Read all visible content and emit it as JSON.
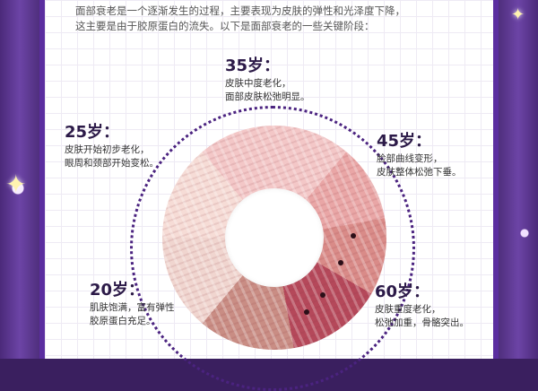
{
  "intro": {
    "line1": "面部衰老是一个逐渐发生的过程，主要表现为皮肤的弹性和光泽度下降，",
    "line2": "这主要是由于胶原蛋白的流失。以下是面部衰老的一些关键阶段："
  },
  "stages": [
    {
      "age": "35岁：",
      "line1": "皮肤中度老化，",
      "line2": "面部皮肤松弛明显。"
    },
    {
      "age": "25岁：",
      "line1": "皮肤开始初步老化，",
      "line2": "眼周和颈部开始变松。"
    },
    {
      "age": "45岁：",
      "line1": "脸部曲线变形，",
      "line2": "皮肤整体松弛下垂。"
    },
    {
      "age": "20岁：",
      "line1": "肌肤饱满，富有弹性",
      "line2": "胶原蛋白充足。"
    },
    {
      "age": "60岁：",
      "line1": "皮肤重度老化，",
      "line2": "松弛加重，骨骼突出。"
    }
  ]
}
